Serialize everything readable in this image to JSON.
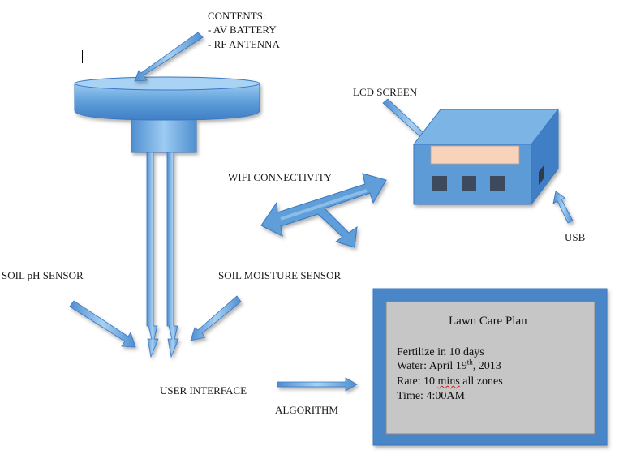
{
  "labels": {
    "contents_title": "CONTENTS:",
    "contents_items": [
      "- AV BATTERY",
      "- RF ANTENNA"
    ],
    "lcd_screen": "LCD SCREEN",
    "wifi": "WIFI CONNECTIVITY",
    "usb": "USB",
    "soil_ph": "SOIL pH SENSOR",
    "soil_moisture": "SOIL MOISTURE SENSOR",
    "user_interface": "USER INTERFACE",
    "algorithm": "ALGORITHM"
  },
  "plan": {
    "title": "Lawn Care Plan",
    "fertilize": "Fertilize in 10 days",
    "water_prefix": "Water: April 19",
    "water_sup": "th",
    "water_suffix": ", 2013",
    "rate_prefix": "Rate: 10 ",
    "rate_flagged": "mins",
    "rate_suffix": " all zones",
    "time": "Time: 4:00AM"
  },
  "colors": {
    "blue_fill": "#5b9bd5",
    "blue_light": "#8fc3ee",
    "blue_dark": "#3a78c2",
    "screen_peach": "#f9d2bb",
    "plan_gray": "#c6c6c6",
    "button_dark": "#3d4a5c"
  }
}
